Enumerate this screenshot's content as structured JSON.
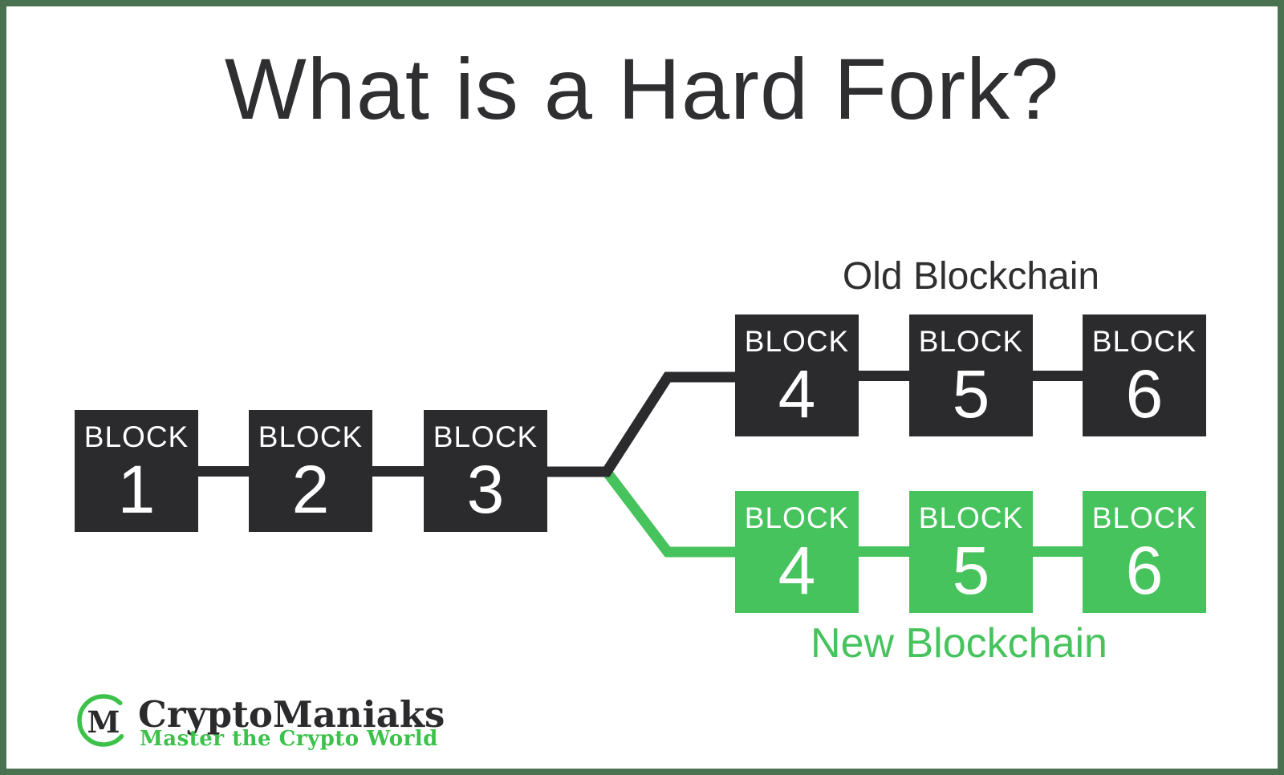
{
  "title": "What is a Hard Fork?",
  "diagram": {
    "base_chain": {
      "blocks": [
        {
          "label": "BLOCK",
          "number": "1"
        },
        {
          "label": "BLOCK",
          "number": "2"
        },
        {
          "label": "BLOCK",
          "number": "3"
        }
      ]
    },
    "old_chain": {
      "caption": "Old Blockchain",
      "blocks": [
        {
          "label": "BLOCK",
          "number": "4"
        },
        {
          "label": "BLOCK",
          "number": "5"
        },
        {
          "label": "BLOCK",
          "number": "6"
        }
      ]
    },
    "new_chain": {
      "caption": "New Blockchain",
      "blocks": [
        {
          "label": "BLOCK",
          "number": "4"
        },
        {
          "label": "BLOCK",
          "number": "5"
        },
        {
          "label": "BLOCK",
          "number": "6"
        }
      ]
    }
  },
  "colors": {
    "block_dark": "#2b2b2e",
    "chain_green": "#47c35d",
    "frame_green": "#4a7251",
    "logo_green": "#3cc24a",
    "text_dark": "#2f2f32"
  },
  "logo": {
    "monogram": "M",
    "name": "CryptoManiaks",
    "tagline": "Master the Crypto World"
  }
}
